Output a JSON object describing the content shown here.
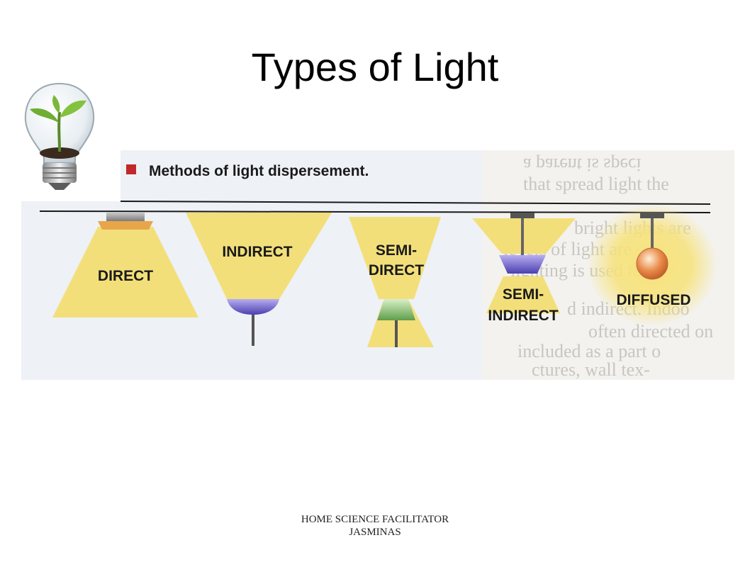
{
  "slide": {
    "title": "Types of Light",
    "figure_caption": "Methods of light dispersement.",
    "background_text": [
      "a parent is speci",
      "that spread light the",
      "bright lights are",
      "levels of light are",
      "lighting is used to",
      "d indirect. Indoo",
      "often directed on",
      "included as a part o",
      "ctures, wall tex-"
    ],
    "labels": {
      "direct": "DIRECT",
      "indirect": "INDIRECT",
      "semi_direct": "SEMI-\nDIRECT",
      "semi_direct_l1": "SEMI-",
      "semi_direct_l2": "DIRECT",
      "semi_indirect_l1": "SEMI-",
      "semi_indirect_l2": "INDIRECT",
      "diffused": "DIFFUSED"
    },
    "footer": {
      "line1": "HOME SCIENCE FACILITATOR",
      "line2": "JASMINAS"
    }
  },
  "icons": {
    "logo": "lightbulb-with-plant-icon",
    "bullet": "red-square-bullet-icon"
  },
  "colors": {
    "light_beam": "#f3df7a",
    "bullet_red": "#c0282a",
    "panel_bg": "#edf0f5",
    "ceiling_line": "#1a1a1a",
    "lamp_purple": "#7060c8",
    "lamp_green": "#7fb66a",
    "bulb_orange": "#e98a4a"
  }
}
